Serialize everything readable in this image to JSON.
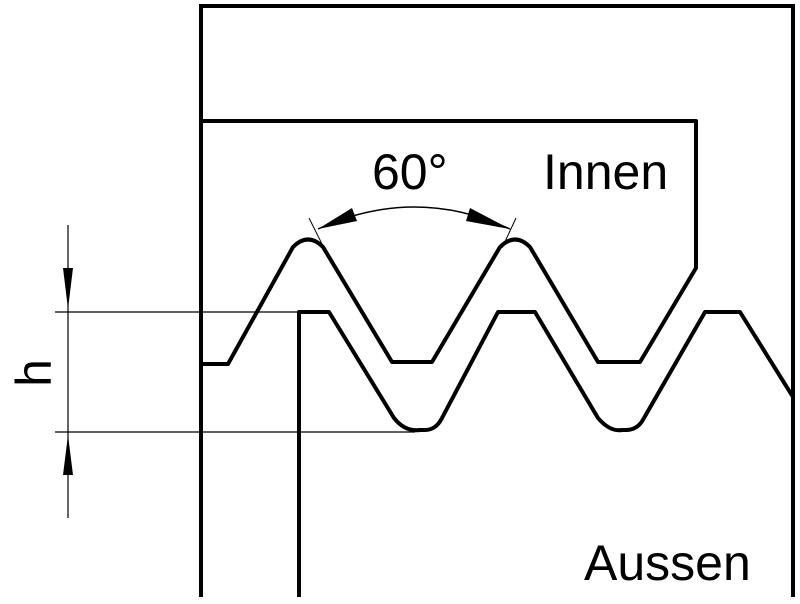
{
  "labels": {
    "angle": "60°",
    "inner": "Innen",
    "outer": "Aussen",
    "height": "h"
  },
  "colors": {
    "stroke": "#000000",
    "background": "#ffffff"
  }
}
